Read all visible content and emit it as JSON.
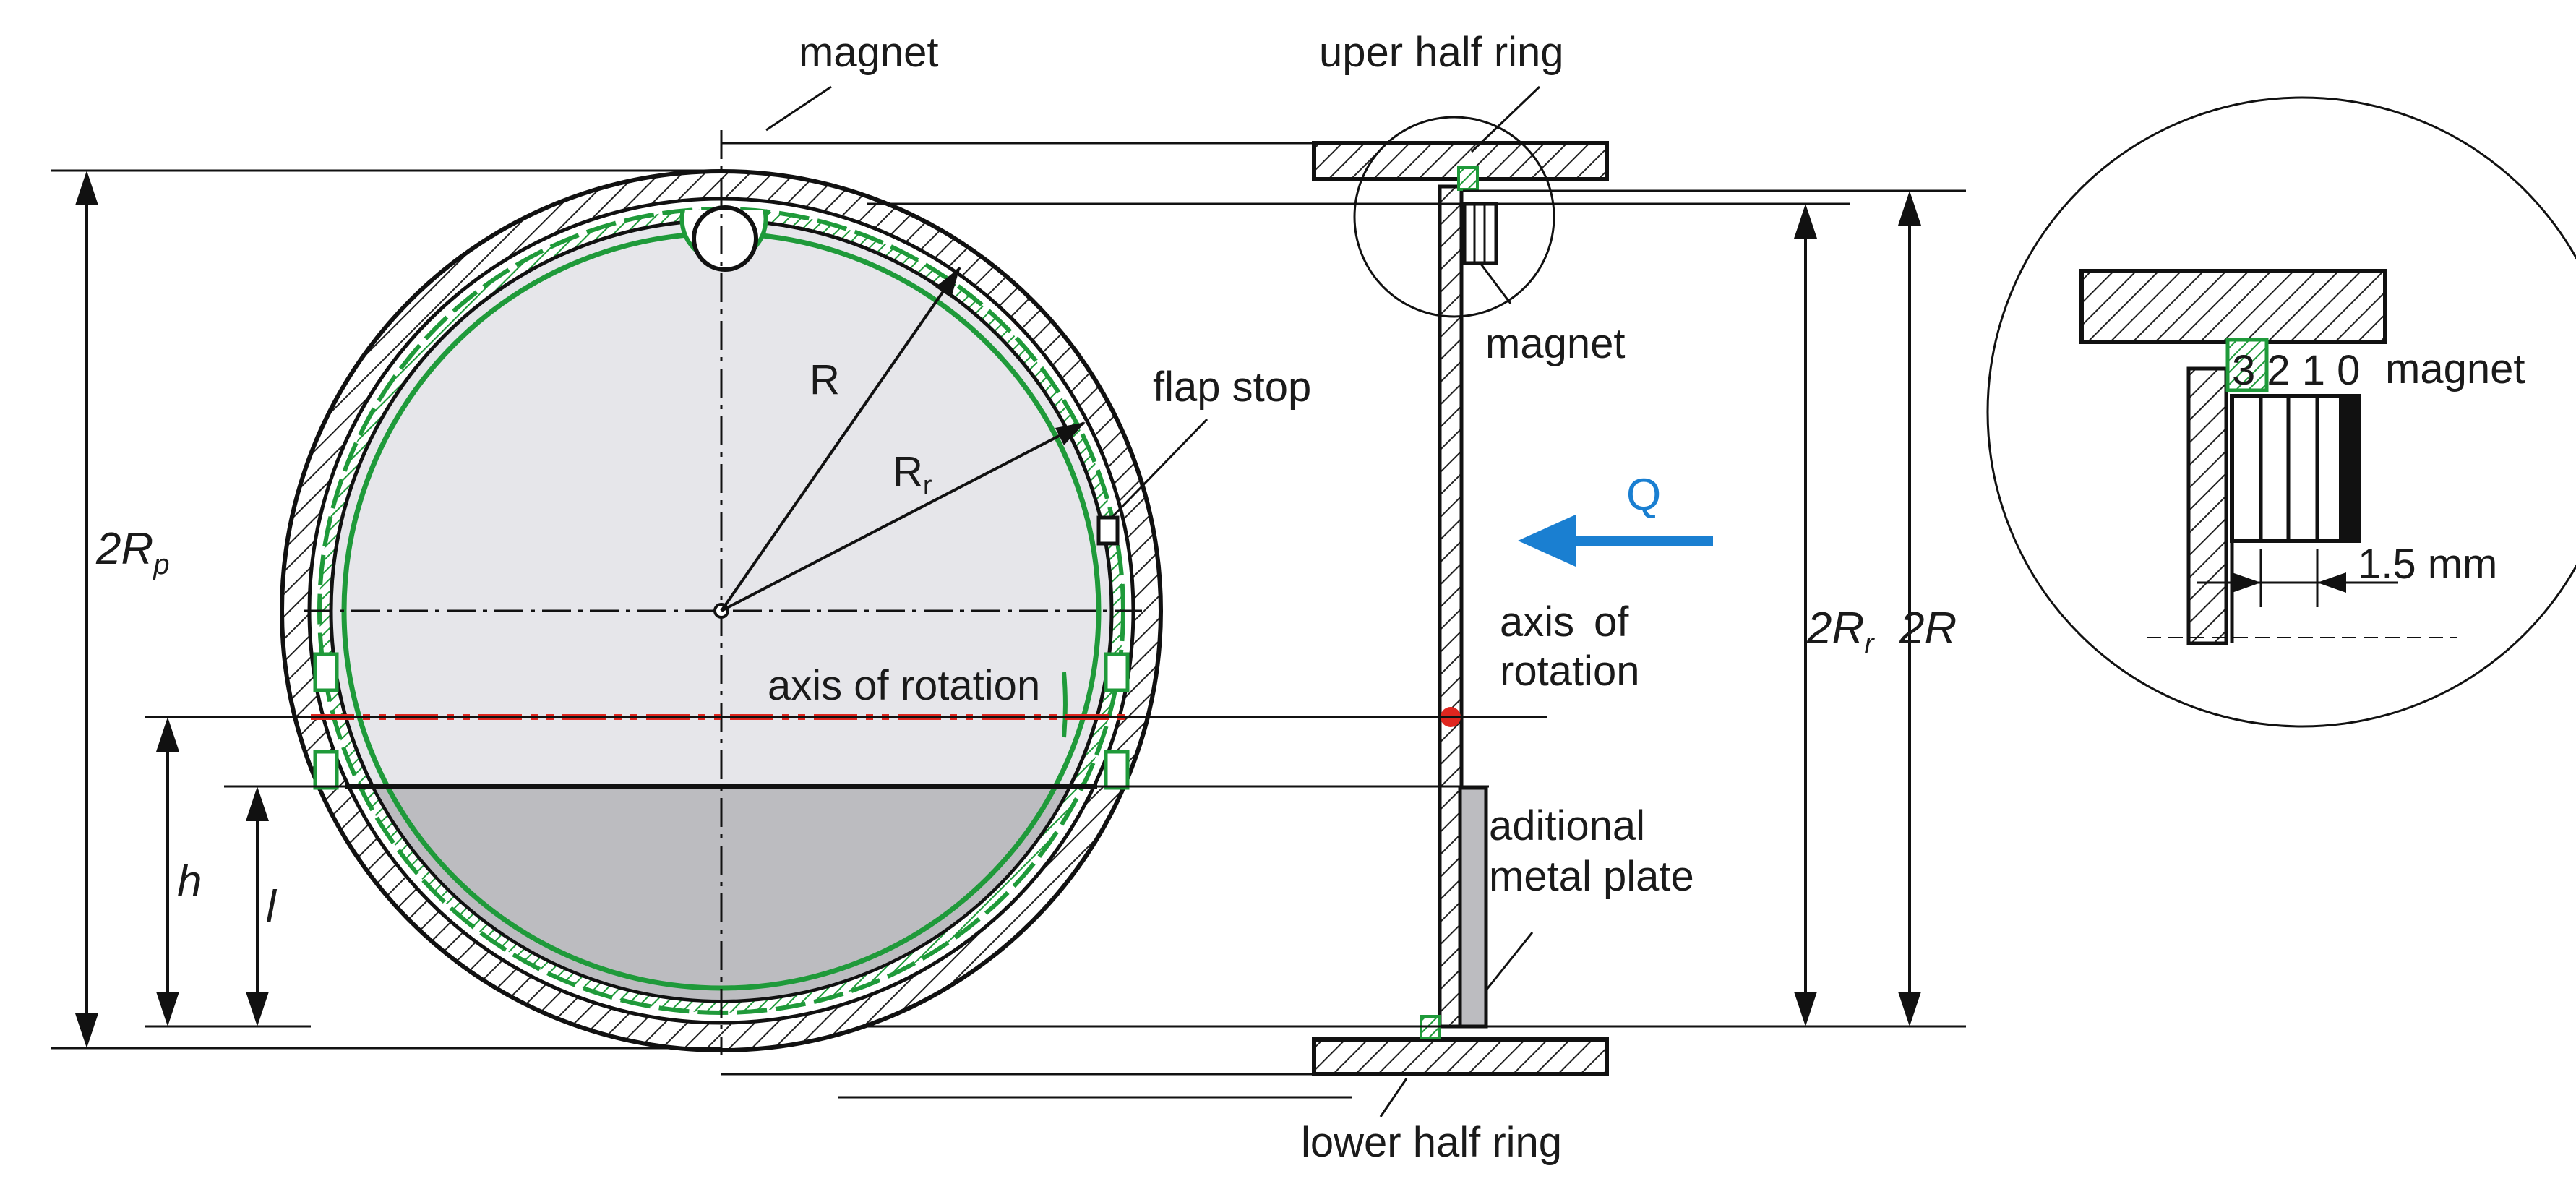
{
  "labels": {
    "magnet_top": "magnet",
    "upper_half_ring": "uper half ring",
    "magnet_side": "magnet",
    "flap_stop": "flap stop",
    "axis_rotation_main": "axis of rotation",
    "axis_side_1": "axis",
    "axis_side_2": "of",
    "axis_side_3": "rotation",
    "plate_1": "aditional",
    "plate_2": "metal plate",
    "lower_half_ring": "lower half ring",
    "flow_q": "Q",
    "detail_magnet": "magnet",
    "detail_positions": "3 2 1 0",
    "detail_gap": "1.5 mm"
  },
  "dimensions": {
    "two_rp": "2R",
    "two_rp_sub": "p",
    "two_rr": "2R",
    "two_rr_sub": "r",
    "two_r": "2R",
    "h": "h",
    "l": "l",
    "radius_r": "R",
    "radius_rr": "R",
    "radius_rr_sub": "r"
  },
  "colors": {
    "liner_green": "#1f9a3a",
    "axis_red": "#e0261f",
    "flow_blue": "#1a7fd1",
    "water_fill": "#bcbcc0",
    "disk_fill": "#e6e6ea"
  }
}
